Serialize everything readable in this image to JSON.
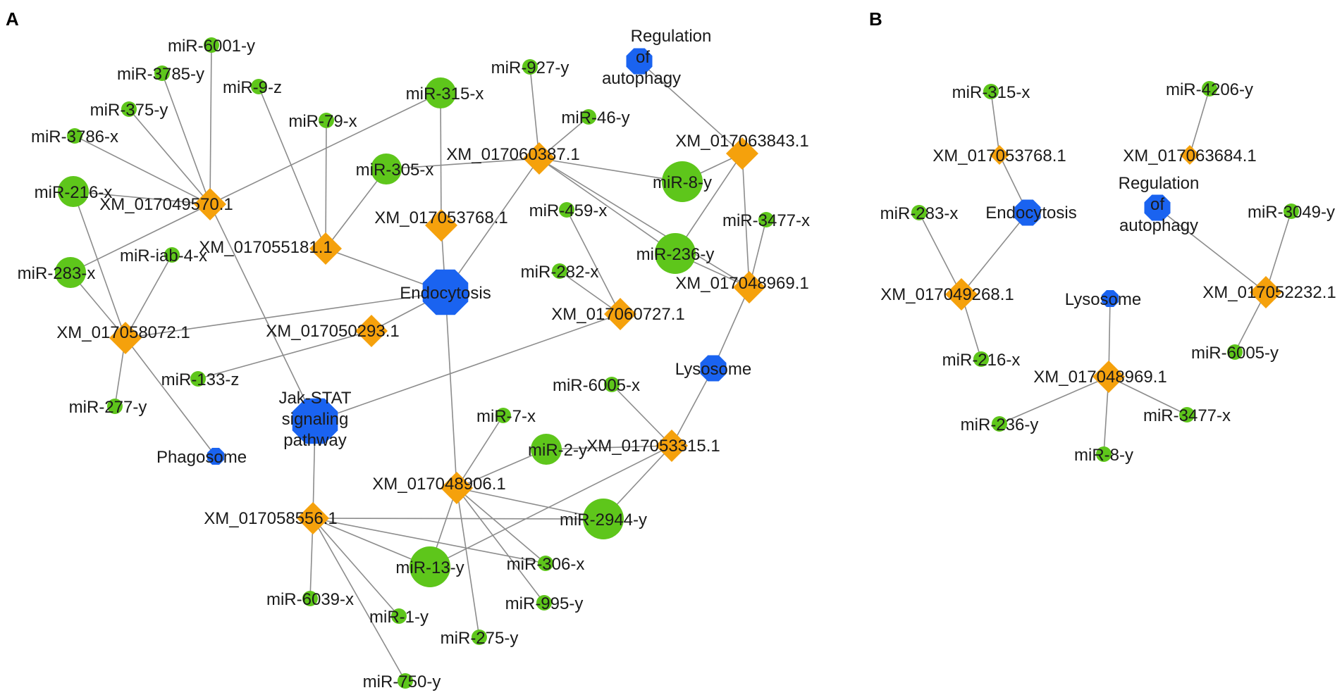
{
  "panels": [
    {
      "id": "A",
      "letter": "A",
      "nodes": [
        {
          "id": "miR-6001-y",
          "label": "miR-6001-y",
          "type": "mirna"
        },
        {
          "id": "miR-3785-y",
          "label": "miR-3785-y",
          "type": "mirna"
        },
        {
          "id": "miR-375-y",
          "label": "miR-375-y",
          "type": "mirna"
        },
        {
          "id": "miR-3786-x",
          "label": "miR-3786-x",
          "type": "mirna"
        },
        {
          "id": "miR-9-z",
          "label": "miR-9-z",
          "type": "mirna"
        },
        {
          "id": "miR-79-x",
          "label": "miR-79-x",
          "type": "mirna"
        },
        {
          "id": "miR-315-x",
          "label": "miR-315-x",
          "type": "mirna",
          "size": "large"
        },
        {
          "id": "miR-305-x",
          "label": "miR-305-x",
          "type": "mirna",
          "size": "large"
        },
        {
          "id": "miR-927-y",
          "label": "miR-927-y",
          "type": "mirna"
        },
        {
          "id": "miR-46-y",
          "label": "miR-46-y",
          "type": "mirna"
        },
        {
          "id": "miR-216-x",
          "label": "miR-216-x",
          "type": "mirna",
          "size": "large"
        },
        {
          "id": "miR-283-x",
          "label": "miR-283-x",
          "type": "mirna",
          "size": "large"
        },
        {
          "id": "miR-iab-4-x",
          "label": "miR-iab-4-x",
          "type": "mirna"
        },
        {
          "id": "miR-8-y",
          "label": "miR-8-y",
          "type": "mirna",
          "size": "xlarge"
        },
        {
          "id": "miR-236-y",
          "label": "miR-236-y",
          "type": "mirna",
          "size": "xlarge"
        },
        {
          "id": "miR-459-x",
          "label": "miR-459-x",
          "type": "mirna"
        },
        {
          "id": "miR-282-x",
          "label": "miR-282-x",
          "type": "mirna"
        },
        {
          "id": "miR-3477-x",
          "label": "miR-3477-x",
          "type": "mirna"
        },
        {
          "id": "miR-133-z",
          "label": "miR-133-z",
          "type": "mirna"
        },
        {
          "id": "miR-277-y",
          "label": "miR-277-y",
          "type": "mirna"
        },
        {
          "id": "miR-6005-x",
          "label": "miR-6005-x",
          "type": "mirna"
        },
        {
          "id": "miR-7-x",
          "label": "miR-7-x",
          "type": "mirna"
        },
        {
          "id": "miR-2-y",
          "label": "miR-2-y",
          "type": "mirna",
          "size": "large"
        },
        {
          "id": "miR-2944-y",
          "label": "miR-2944-y",
          "type": "mirna",
          "size": "xlarge"
        },
        {
          "id": "miR-13-y",
          "label": "miR-13-y",
          "type": "mirna",
          "size": "xlarge"
        },
        {
          "id": "miR-306-x",
          "label": "miR-306-x",
          "type": "mirna"
        },
        {
          "id": "miR-995-y",
          "label": "miR-995-y",
          "type": "mirna"
        },
        {
          "id": "miR-275-y",
          "label": "miR-275-y",
          "type": "mirna"
        },
        {
          "id": "miR-6039-x",
          "label": "miR-6039-x",
          "type": "mirna"
        },
        {
          "id": "miR-1-y",
          "label": "miR-1-y",
          "type": "mirna"
        },
        {
          "id": "miR-750-y",
          "label": "miR-750-y",
          "type": "mirna"
        },
        {
          "id": "XM_017049570.1",
          "label": "XM_017049570.1",
          "type": "gene"
        },
        {
          "id": "XM_017055181.1",
          "label": "XM_017055181.1",
          "type": "gene"
        },
        {
          "id": "XM_017053768.1",
          "label": "XM_017053768.1",
          "type": "gene"
        },
        {
          "id": "XM_017060387.1",
          "label": "XM_017060387.1",
          "type": "gene"
        },
        {
          "id": "XM_017063843.1",
          "label": "XM_017063843.1",
          "type": "gene"
        },
        {
          "id": "XM_017048969.1",
          "label": "XM_017048969.1",
          "type": "gene"
        },
        {
          "id": "XM_017060727.1",
          "label": "XM_017060727.1",
          "type": "gene"
        },
        {
          "id": "XM_017050293.1",
          "label": "XM_017050293.1",
          "type": "gene"
        },
        {
          "id": "XM_017058072.1",
          "label": "XM_017058072.1",
          "type": "gene"
        },
        {
          "id": "XM_017053315.1",
          "label": "XM_017053315.1",
          "type": "gene"
        },
        {
          "id": "XM_017048906.1",
          "label": "XM_017048906.1",
          "type": "gene"
        },
        {
          "id": "XM_017058556.1",
          "label": "XM_017058556.1",
          "type": "gene"
        },
        {
          "id": "Regulation of autophagy",
          "label": "Regulation of autophagy",
          "type": "pathway"
        },
        {
          "id": "Endocytosis",
          "label": "Endocytosis",
          "type": "pathway",
          "size": "large"
        },
        {
          "id": "Lysosome",
          "label": "Lysosome",
          "type": "pathway"
        },
        {
          "id": "Jak-STAT signaling pathway",
          "label": "Jak-STAT signaling pathway",
          "type": "pathway",
          "size": "large"
        },
        {
          "id": "Phagosome",
          "label": "Phagosome",
          "type": "pathway",
          "size": "small"
        }
      ],
      "edges": [
        [
          "XM_017049570.1",
          "miR-6001-y"
        ],
        [
          "XM_017049570.1",
          "miR-3785-y"
        ],
        [
          "XM_017049570.1",
          "miR-375-y"
        ],
        [
          "XM_017049570.1",
          "miR-3786-x"
        ],
        [
          "XM_017049570.1",
          "miR-216-x"
        ],
        [
          "XM_017049570.1",
          "miR-315-x"
        ],
        [
          "XM_017049570.1",
          "miR-283-x"
        ],
        [
          "XM_017049570.1",
          "Jak-STAT signaling pathway"
        ],
        [
          "XM_017055181.1",
          "miR-9-z"
        ],
        [
          "XM_017055181.1",
          "miR-79-x"
        ],
        [
          "XM_017055181.1",
          "miR-305-x"
        ],
        [
          "XM_017055181.1",
          "Endocytosis"
        ],
        [
          "XM_017053768.1",
          "miR-315-x"
        ],
        [
          "XM_017053768.1",
          "Endocytosis"
        ],
        [
          "XM_017060387.1",
          "miR-305-x"
        ],
        [
          "XM_017060387.1",
          "miR-927-y"
        ],
        [
          "XM_017060387.1",
          "miR-46-y"
        ],
        [
          "XM_017060387.1",
          "miR-8-y"
        ],
        [
          "XM_017060387.1",
          "miR-236-y"
        ],
        [
          "XM_017060387.1",
          "Endocytosis"
        ],
        [
          "XM_017063843.1",
          "Regulation of autophagy"
        ],
        [
          "XM_017063843.1",
          "miR-8-y"
        ],
        [
          "XM_017063843.1",
          "miR-236-y"
        ],
        [
          "XM_017048969.1",
          "XM_017060387.1"
        ],
        [
          "XM_017048969.1",
          "miR-3477-x"
        ],
        [
          "XM_017048969.1",
          "miR-236-y"
        ],
        [
          "XM_017048969.1",
          "XM_017063843.1"
        ],
        [
          "XM_017048969.1",
          "Lysosome"
        ],
        [
          "XM_017060727.1",
          "miR-459-x"
        ],
        [
          "XM_017060727.1",
          "miR-282-x"
        ],
        [
          "XM_017060727.1",
          "Jak-STAT signaling pathway"
        ],
        [
          "XM_017050293.1",
          "Endocytosis"
        ],
        [
          "XM_017050293.1",
          "miR-133-z"
        ],
        [
          "XM_017058072.1",
          "miR-216-x"
        ],
        [
          "XM_017058072.1",
          "miR-283-x"
        ],
        [
          "XM_017058072.1",
          "miR-iab-4-x"
        ],
        [
          "XM_017058072.1",
          "miR-277-y"
        ],
        [
          "XM_017058072.1",
          "Phagosome"
        ],
        [
          "XM_017058072.1",
          "Endocytosis"
        ],
        [
          "XM_017053315.1",
          "Lysosome"
        ],
        [
          "XM_017053315.1",
          "miR-6005-x"
        ],
        [
          "XM_017053315.1",
          "miR-2-y"
        ],
        [
          "XM_017053315.1",
          "miR-2944-y"
        ],
        [
          "XM_017053315.1",
          "miR-13-y"
        ],
        [
          "XM_017048906.1",
          "Endocytosis"
        ],
        [
          "XM_017048906.1",
          "miR-7-x"
        ],
        [
          "XM_017048906.1",
          "miR-2-y"
        ],
        [
          "XM_017048906.1",
          "miR-2944-y"
        ],
        [
          "XM_017048906.1",
          "miR-13-y"
        ],
        [
          "XM_017048906.1",
          "miR-306-x"
        ],
        [
          "XM_017048906.1",
          "miR-995-y"
        ],
        [
          "XM_017048906.1",
          "miR-275-y"
        ],
        [
          "XM_017058556.1",
          "Jak-STAT signaling pathway"
        ],
        [
          "XM_017058556.1",
          "miR-2944-y"
        ],
        [
          "XM_017058556.1",
          "miR-13-y"
        ],
        [
          "XM_017058556.1",
          "miR-6039-x"
        ],
        [
          "XM_017058556.1",
          "miR-1-y"
        ],
        [
          "XM_017058556.1",
          "miR-750-y"
        ],
        [
          "XM_017058556.1",
          "miR-306-x"
        ]
      ]
    },
    {
      "id": "B",
      "letter": "B",
      "nodes": [
        {
          "id": "miR-315-x",
          "label": "miR-315-x",
          "type": "mirna"
        },
        {
          "id": "miR-4206-y",
          "label": "miR-4206-y",
          "type": "mirna"
        },
        {
          "id": "miR-283-x",
          "label": "miR-283-x",
          "type": "mirna"
        },
        {
          "id": "miR-3049-y",
          "label": "miR-3049-y",
          "type": "mirna"
        },
        {
          "id": "miR-216-x",
          "label": "miR-216-x",
          "type": "mirna"
        },
        {
          "id": "miR-6005-y",
          "label": "miR-6005-y",
          "type": "mirna"
        },
        {
          "id": "miR-236-y",
          "label": "miR-236-y",
          "type": "mirna"
        },
        {
          "id": "miR-3477-x",
          "label": "miR-3477-x",
          "type": "mirna"
        },
        {
          "id": "miR-8-y",
          "label": "miR-8-y",
          "type": "mirna"
        },
        {
          "id": "XM_017053768.1",
          "label": "XM_017053768.1",
          "type": "gene",
          "size": "small"
        },
        {
          "id": "XM_017063684.1",
          "label": "XM_017063684.1",
          "type": "gene",
          "size": "small"
        },
        {
          "id": "XM_017049268.1",
          "label": "XM_017049268.1",
          "type": "gene"
        },
        {
          "id": "XM_017052232.1",
          "label": "XM_017052232.1",
          "type": "gene"
        },
        {
          "id": "XM_017048969.1",
          "label": "XM_017048969.1",
          "type": "gene"
        },
        {
          "id": "Endocytosis",
          "label": "Endocytosis",
          "type": "pathway"
        },
        {
          "id": "Regulation of autophagy",
          "label": "Regulation of autophagy",
          "type": "pathway"
        },
        {
          "id": "Lysosome",
          "label": "Lysosome",
          "type": "pathway",
          "size": "small"
        }
      ],
      "edges": [
        [
          "XM_017053768.1",
          "miR-315-x"
        ],
        [
          "XM_017053768.1",
          "Endocytosis"
        ],
        [
          "XM_017063684.1",
          "miR-4206-y"
        ],
        [
          "XM_017049268.1",
          "Endocytosis"
        ],
        [
          "XM_017049268.1",
          "miR-283-x"
        ],
        [
          "XM_017049268.1",
          "miR-216-x"
        ],
        [
          "XM_017052232.1",
          "Regulation of autophagy"
        ],
        [
          "XM_017052232.1",
          "miR-3049-y"
        ],
        [
          "XM_017052232.1",
          "miR-6005-y"
        ],
        [
          "XM_017048969.1",
          "Lysosome"
        ],
        [
          "XM_017048969.1",
          "miR-236-y"
        ],
        [
          "XM_017048969.1",
          "miR-3477-x"
        ],
        [
          "XM_017048969.1",
          "miR-8-y"
        ]
      ]
    }
  ],
  "colors": {
    "mirna": "#5ec61b",
    "gene": "#f5a10c",
    "pathway": "#1a63f0",
    "edge": "#8c8c8c"
  }
}
